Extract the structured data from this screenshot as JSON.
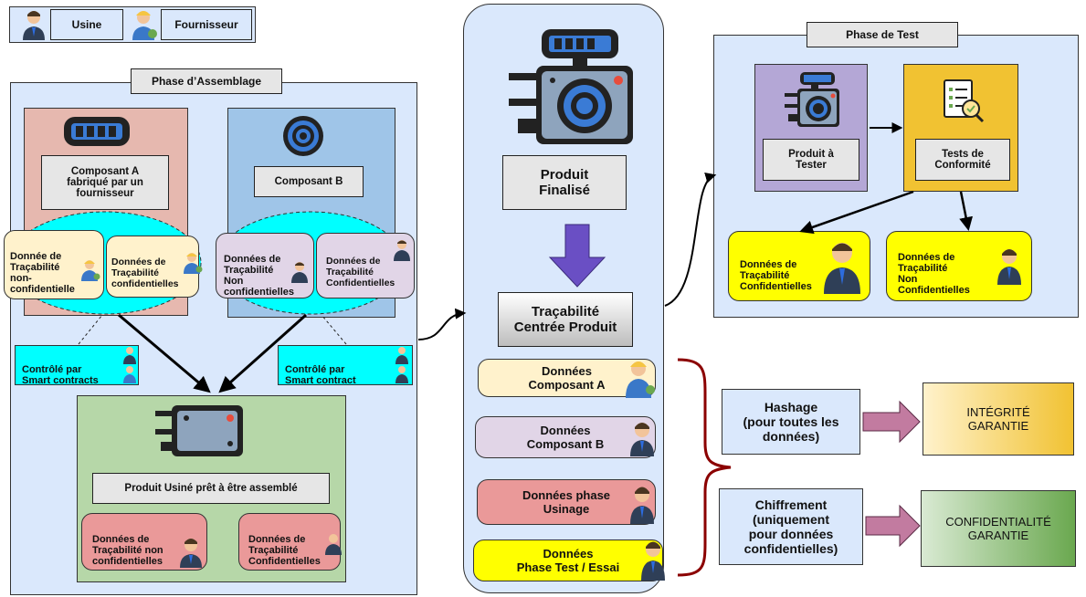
{
  "legend": {
    "factory": "Usine",
    "supplier": "Fournisseur"
  },
  "assembly": {
    "title": "Phase d’Assemblage",
    "component_a": {
      "title": "Composant A\nfabriqué par un\nfournisseur",
      "public_data": "Donnée de\nTraçabilité\nnon-\nconfidentielle",
      "private_data": "Données de\nTraçabilité\nconfidentielles"
    },
    "component_b": {
      "title": "Composant B",
      "public_data": "Données de\nTraçabilité\nNon\nconfidentielles",
      "private_data": "Données de\nTraçabilité\nConfidentielles"
    },
    "contract_left": "Contrôlé par\nSmart contracts",
    "contract_right": "Contrôlé par\nSmart contract",
    "machined": {
      "title": "Produit Usiné prêt à être assemblé",
      "public_data": "Données de\nTraçabilité non\nconfidentielles",
      "private_data": "Données de\nTraçabilité\nConfidentielles"
    }
  },
  "center": {
    "finished": "Produit\nFinalisé",
    "traceability": "Traçabilité\nCentrée Produit",
    "items": [
      {
        "label": "Données\nComposant A",
        "color": "#fff2cc"
      },
      {
        "label": "Données\nComposant B",
        "color": "#e1d5e7"
      },
      {
        "label": "Données phase\nUsinage",
        "color": "#ea9999"
      },
      {
        "label": "Données\nPhase Test / Essai",
        "color": "#ffff00"
      }
    ]
  },
  "test": {
    "title": "Phase de Test",
    "product": "Produit à\nTester",
    "conformity": "Tests de\nConformité",
    "private_data": "Données de\nTraçabilité\nConfidentielles",
    "public_data": "Données de\nTraçabilité\nNon\nConfidentielles"
  },
  "security": {
    "hash": "Hashage\n(pour toutes les\ndonnées)",
    "integrity": "INTÉGRITÉ\nGARANTIE",
    "encrypt": "Chiffrement\n(uniquement\npour données\nconfidentielles)",
    "confidentiality": "CONFIDENTIALITÉ\nGARANTIE"
  },
  "colors": {
    "panel_blue": "#dae8fc",
    "comp_a": "#e6b8af",
    "comp_b": "#9fc5e8",
    "green": "#b6d7a8",
    "cyan": "#00ffff",
    "purple_arrow": "#6a4fc4",
    "pink_arrow": "#c27ba0",
    "brace": "#8b0000"
  },
  "icons": [
    "factory-worker-icon",
    "supplier-worker-icon",
    "battery-icon",
    "ring-component-icon",
    "machine-block-icon",
    "engine-icon",
    "checklist-icon"
  ]
}
